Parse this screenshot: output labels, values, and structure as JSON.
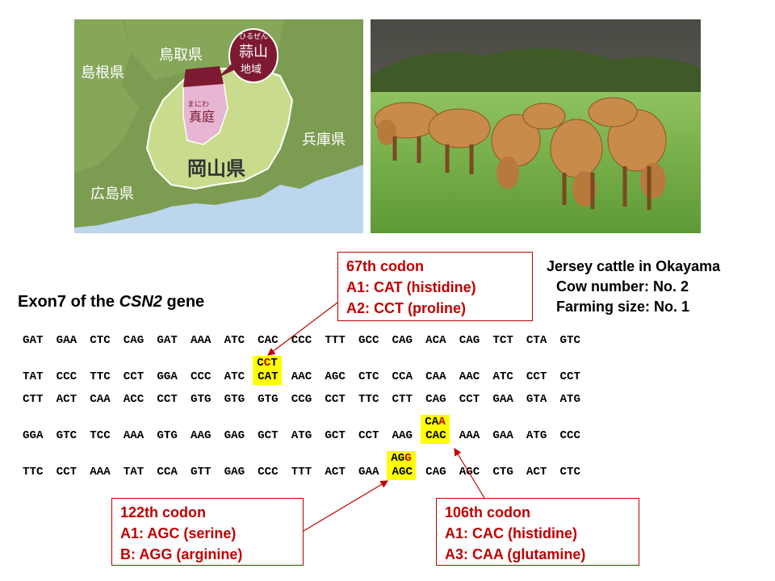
{
  "map": {
    "prefectures": [
      "島根県",
      "鳥取県",
      "兵庫県",
      "広島県",
      "岡山県"
    ],
    "hiruzen_ruby": "ひるぜん",
    "hiruzen_1": "蒜山",
    "hiruzen_2": "地域",
    "maniwa_ruby": "まにわ",
    "maniwa": "真庭",
    "colors": {
      "sea": "#bcd6ee",
      "land": "#7c9c52",
      "okayama": "#c9dc8e",
      "maniwa": "#e6b6d2",
      "hiruzen": "#7d1a32"
    }
  },
  "photo": {
    "alt_name": "jersey-cattle-photo"
  },
  "title": {
    "prefix": "Exon7 of the ",
    "gene": "CSN2",
    "suffix": " gene"
  },
  "info": {
    "line1": "Jersey cattle in Okayama",
    "line2": "Cow number: No. 2",
    "line3": "Farming size: No. 1"
  },
  "sequence": {
    "rows": [
      [
        "GAT",
        "GAA",
        "CTC",
        "CAG",
        "GAT",
        "AAA",
        "ATC",
        "CAC",
        "CCC",
        "TTT",
        "GCC",
        "CAG",
        "ACA",
        "CAG",
        "TCT",
        "CTA",
        "GTC"
      ],
      [
        "TAT",
        "CCC",
        "TTC",
        "CCT",
        "GGA",
        "CCC",
        "ATC",
        "CAT",
        "AAC",
        "AGC",
        "CTC",
        "CCA",
        "CAA",
        "AAC",
        "ATC",
        "CCT",
        "CCT"
      ],
      [
        "CTT",
        "ACT",
        "CAA",
        "ACC",
        "CCT",
        "GTG",
        "GTG",
        "GTG",
        "CCG",
        "CCT",
        "TTC",
        "CTT",
        "CAG",
        "CCT",
        "GAA",
        "GTA",
        "ATG"
      ],
      [
        "GGA",
        "GTC",
        "TCC",
        "AAA",
        "GTG",
        "AAG",
        "GAG",
        "GCT",
        "ATG",
        "GCT",
        "CCT",
        "AAG",
        "CAC",
        "AAA",
        "GAA",
        "ATG",
        "CCC"
      ],
      [
        "TTC",
        "CCT",
        "AAA",
        "TAT",
        "CCA",
        "GTT",
        "GAG",
        "CCC",
        "TTT",
        "ACT",
        "GAA",
        "AGC",
        "CAG",
        "AGC",
        "CTG",
        "ACT",
        "CTC"
      ]
    ],
    "variants": [
      {
        "parts": [
          "C",
          "C",
          "T"
        ]
      },
      {
        "parts": [
          "C",
          "A",
          "A"
        ]
      },
      {
        "parts": [
          "A",
          "G",
          "G"
        ]
      }
    ]
  },
  "callouts": {
    "c67": {
      "title": "67th codon",
      "a": "A1: CAT (histidine)",
      "b": "A2: CCT (proline)"
    },
    "c122": {
      "title": "122th codon",
      "a": "A1: AGC (serine)",
      "b": "B: AGG (arginine)"
    },
    "c106": {
      "title": "106th codon",
      "a": "A1: CAC (histidine)",
      "b": "A3: CAA (glutamine)"
    }
  }
}
